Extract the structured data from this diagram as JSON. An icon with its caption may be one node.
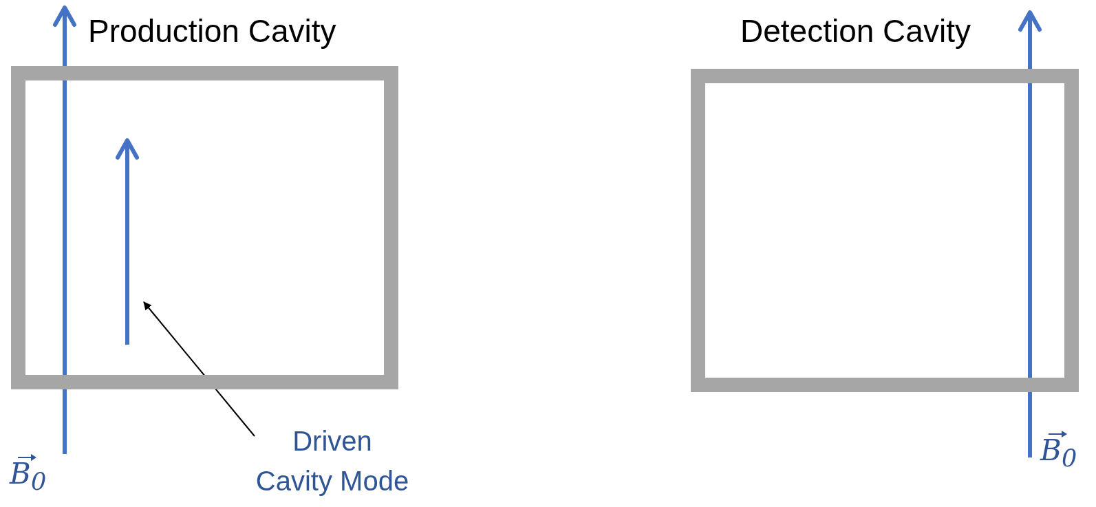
{
  "diagram": {
    "nodes": [
      {
        "text": [
          "Production Cavity"
        ]
      },
      {
        "text": [
          "Detection Cavity"
        ]
      },
      {
        "text": [],
        "shape": "arrow",
        "in": 0
      },
      {
        "text": [
          "Driven Cavity Mode"
        ]
      }
    ],
    "edges": [
      {
        "from": 3,
        "to": 2,
        "arrow": "to"
      }
    ],
    "labels": [
      "B$_{0}$",
      "B$_{0}$"
    ]
  }
}
